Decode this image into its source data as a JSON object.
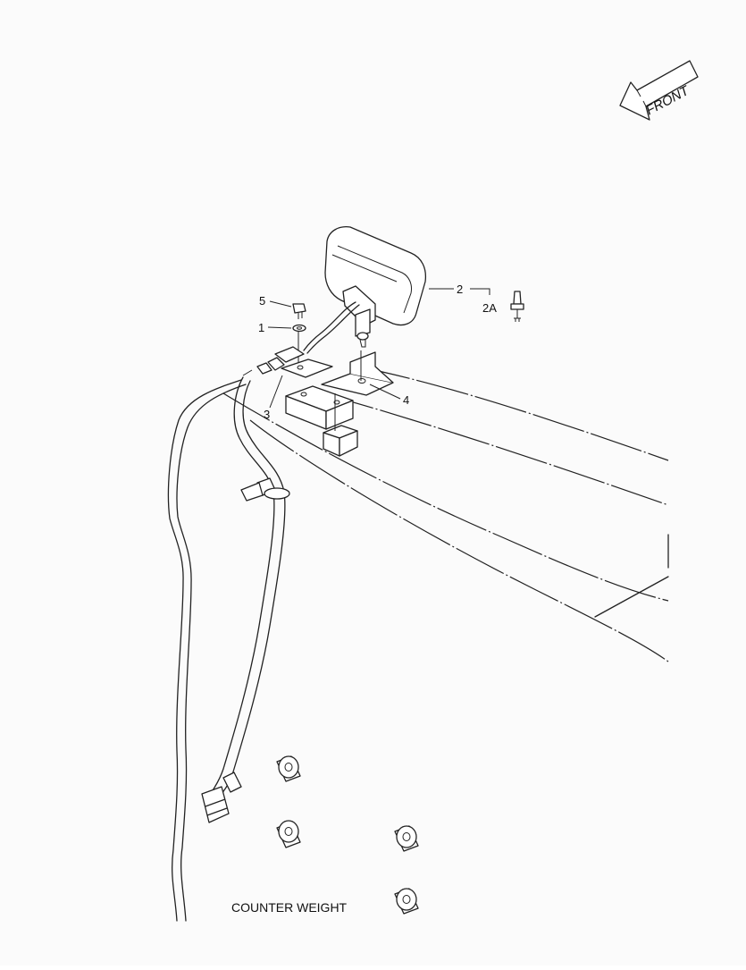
{
  "diagram": {
    "front_label": "FRONT",
    "counterweight_label": "COUNTER WEIGHT",
    "callouts": {
      "c1": "1",
      "c2": "2",
      "c2a": "2A",
      "c3": "3",
      "c4": "4",
      "c5": "5"
    }
  }
}
